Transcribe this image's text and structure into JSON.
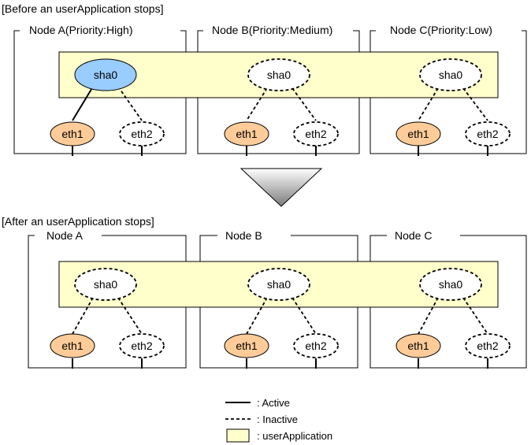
{
  "before": {
    "title": "[Before an userApplication stops]",
    "nodes": [
      {
        "label": "Node  A(Priority:High)"
      },
      {
        "label": "Node  B(Priority:Medium)"
      },
      {
        "label": "Node  C(Priority:Low)"
      }
    ],
    "sha0": [
      "sha0",
      "sha0",
      "sha0"
    ],
    "eth1": [
      "eth1",
      "eth1",
      "eth1"
    ],
    "eth2": [
      "eth2",
      "eth2",
      "eth2"
    ]
  },
  "after": {
    "title": "[After an userApplication stops]",
    "nodes": [
      {
        "label": "Node A"
      },
      {
        "label": "Node B"
      },
      {
        "label": "Node C"
      }
    ],
    "sha0": [
      "sha0",
      "sha0",
      "sha0"
    ],
    "eth1": [
      "eth1",
      "eth1",
      "eth1"
    ],
    "eth2": [
      "eth2",
      "eth2",
      "eth2"
    ]
  },
  "legend": {
    "active": ": Active",
    "inactive": ": Inactive",
    "userapp": ": userApplication"
  },
  "colors": {
    "userApplication_fill": "#ffffcc",
    "active_sha_fill": "#99ccff",
    "eth1_fill": "#ffcc99",
    "arrow_gradient_top": "#ffffff",
    "arrow_gradient_bottom": "#808080"
  }
}
